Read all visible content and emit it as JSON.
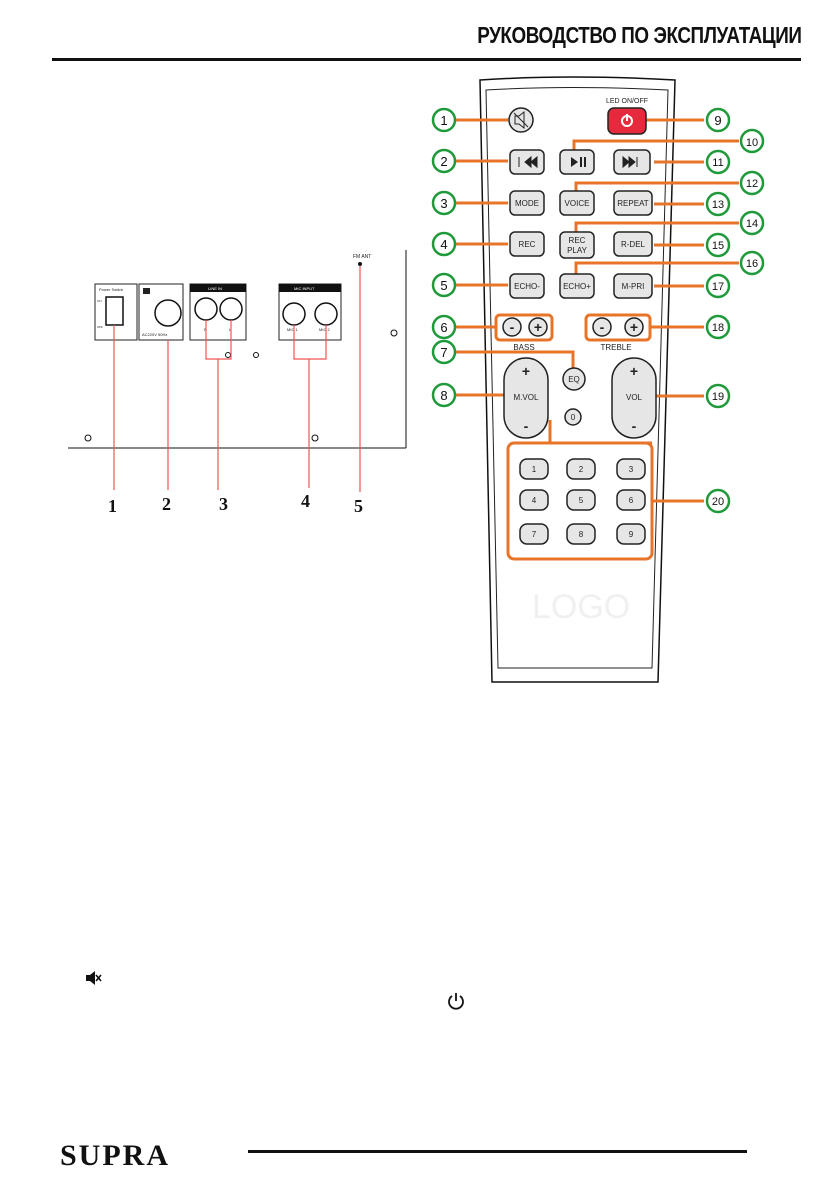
{
  "header": {
    "title": "РУКОВОДСТВО ПО ЭКСПЛУАТАЦИИ"
  },
  "footer": {
    "brand": "SUPRA"
  },
  "rear_panel": {
    "labels": [
      "1",
      "2",
      "3",
      "4",
      "5"
    ],
    "tiny_text": {
      "power_switch": "Power Switch",
      "on": "ON",
      "off": "OFF",
      "ac_power": "AC220V 50Hz",
      "line_in": "LINE IN",
      "r": "R",
      "l": "L",
      "mic_input": "MIC INPUT",
      "mic1": "MIC 1",
      "mic2": "MIC 2",
      "fm_ant": "FM ANT"
    }
  },
  "remote": {
    "led_label": "LED ON/OFF",
    "buttons": {
      "mode": "MODE",
      "voice": "VOICE",
      "repeat": "REPEAT",
      "rec": "REC",
      "rec_play_1": "REC",
      "rec_play_2": "PLAY",
      "r_del": "R-DEL",
      "echo_minus": "ECHO-",
      "echo_plus": "ECHO+",
      "m_pri": "M-PRI",
      "bass": "BASS",
      "treble": "TREBLE",
      "eq": "EQ",
      "m_vol": "M.VOL",
      "vol": "VOL",
      "plus": "+",
      "minus": "-"
    },
    "digits": [
      "0",
      "1",
      "2",
      "3",
      "4",
      "5",
      "6",
      "7",
      "8",
      "9"
    ],
    "callouts": [
      "1",
      "2",
      "3",
      "4",
      "5",
      "6",
      "7",
      "8",
      "9",
      "10",
      "11",
      "12",
      "13",
      "14",
      "15",
      "16",
      "17",
      "18",
      "19",
      "20"
    ],
    "logo_watermark": "LOGO"
  },
  "page_icons": {
    "mute": "speaker-mute-icon",
    "power": "power-icon"
  },
  "colors": {
    "callout_line": "#e8742a",
    "callout_ring": "#1f9a3a",
    "power_button": "#e42a3c"
  }
}
